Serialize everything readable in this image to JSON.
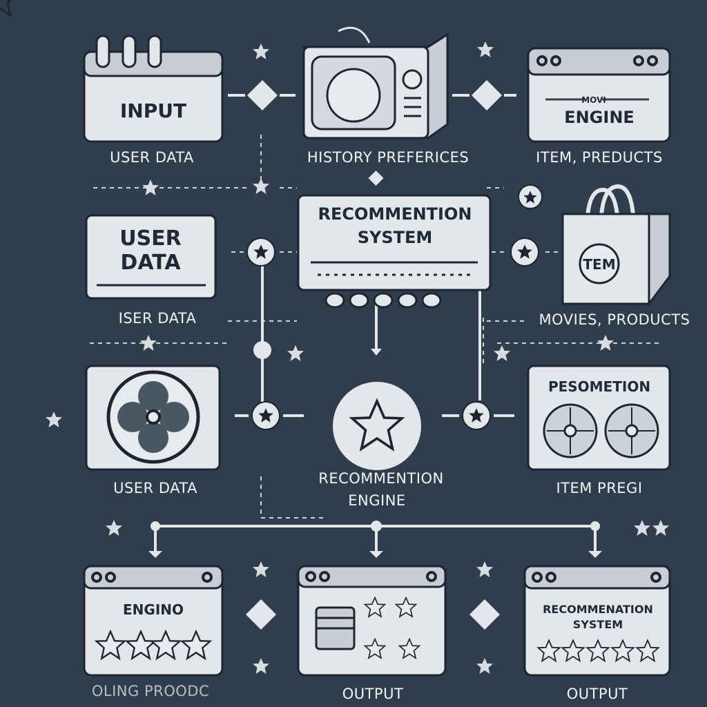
{
  "top_row": {
    "input_box": {
      "label": "INPUT",
      "caption": "USER DATA"
    },
    "history_box": {
      "caption": "HISTORY PREFERICES"
    },
    "engine_box": {
      "sublabel": "MOVI",
      "label": "ENGINE",
      "caption": "ITEM, PREDUCTS"
    }
  },
  "middle_row": {
    "user_data_box": {
      "label_line1": "USER",
      "label_line2": "DATA",
      "caption": "ISER DATA"
    },
    "recommendation_system": {
      "label_line1": "RECOMMENTION",
      "label_line2": "SYSTEM"
    },
    "bag_box": {
      "label": "TEM",
      "caption": "MOVIES, PRODUCTS"
    }
  },
  "third_row": {
    "film_box": {
      "caption": "USER DATA"
    },
    "engine_circle": {
      "caption_line1": "RECOMMENTION",
      "caption_line2": "ENGINE"
    },
    "reels_box": {
      "label": "PESOMETION",
      "caption": "ITEM PREGI"
    }
  },
  "bottom_row": {
    "engine_output": {
      "label": "ENGINO",
      "rating": 4,
      "caption": "OLING PROODC"
    },
    "cards_output": {
      "caption": "OUTPUT"
    },
    "system_output": {
      "label_line1": "RECOMMENATION",
      "label_line2": "SYSTEM",
      "rating": 5,
      "caption": "OUTPUT"
    }
  }
}
